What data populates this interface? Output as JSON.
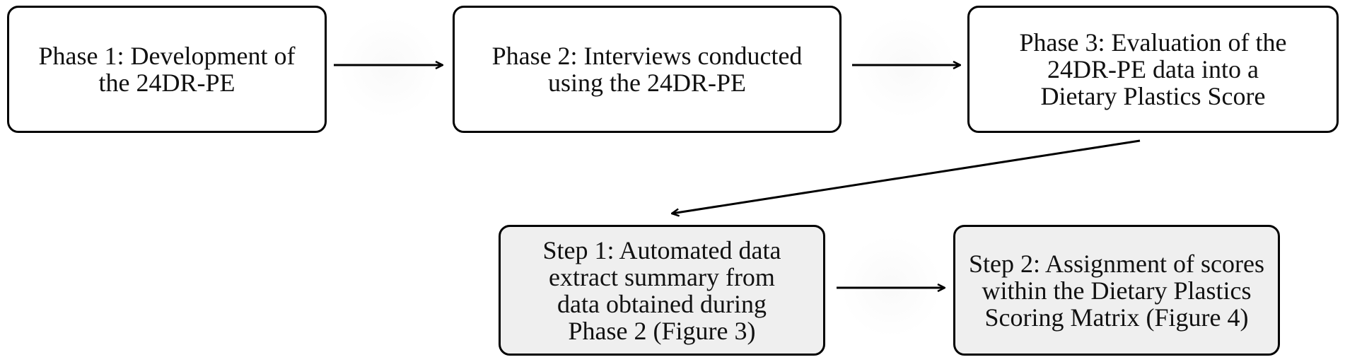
{
  "diagram": {
    "nodes": [
      {
        "id": "phase1",
        "kind": "phase",
        "label": "Phase 1: Development of\nthe 24DR-PE"
      },
      {
        "id": "phase2",
        "kind": "phase",
        "label": "Phase 2: Interviews conducted\nusing the 24DR-PE"
      },
      {
        "id": "phase3",
        "kind": "phase",
        "label": "Phase 3: Evaluation of the\n24DR-PE data into a\nDietary Plastics Score"
      },
      {
        "id": "step1",
        "kind": "step",
        "label": "Step 1: Automated data\nextract summary from\ndata obtained during\nPhase 2 (Figure 3)"
      },
      {
        "id": "step2",
        "kind": "step",
        "label": "Step 2: Assignment of scores\nwithin the Dietary Plastics\nScoring Matrix (Figure 4)"
      }
    ],
    "edges": [
      {
        "from": "phase1",
        "to": "phase2"
      },
      {
        "from": "phase2",
        "to": "phase3"
      },
      {
        "from": "phase3",
        "to": "step1"
      },
      {
        "from": "step1",
        "to": "step2"
      }
    ],
    "colors": {
      "border": "#000000",
      "phase_fill": "#ffffff",
      "step_fill": "#efefef",
      "arrow": "#000000"
    }
  }
}
